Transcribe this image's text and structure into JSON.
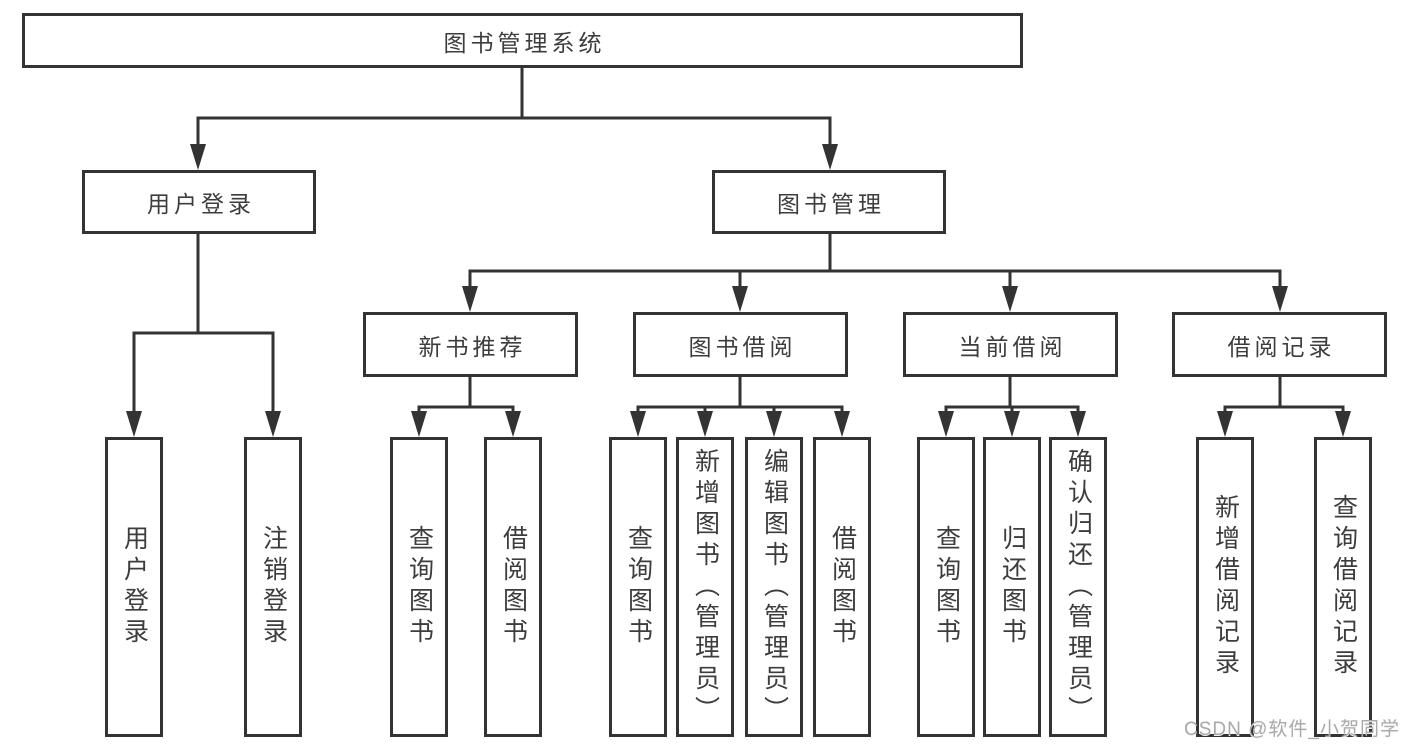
{
  "diagram": {
    "root": {
      "label": "图书管理系统"
    },
    "user_login": {
      "label": "用户登录",
      "children": [
        {
          "label": "用户登录"
        },
        {
          "label": "注销登录"
        }
      ]
    },
    "book_management": {
      "label": "图书管理",
      "children": [
        {
          "label": "新书推荐",
          "children": [
            {
              "label": "查询图书"
            },
            {
              "label": "借阅图书"
            }
          ]
        },
        {
          "label": "图书借阅",
          "children": [
            {
              "label": "查询图书"
            },
            {
              "label": "新增图书（管理员）"
            },
            {
              "label": "编辑图书（管理员）"
            },
            {
              "label": "借阅图书"
            }
          ]
        },
        {
          "label": "当前借阅",
          "children": [
            {
              "label": "查询图书"
            },
            {
              "label": "归还图书"
            },
            {
              "label": "确认归还（管理员）"
            }
          ]
        },
        {
          "label": "借阅记录",
          "children": [
            {
              "label": "新增借阅记录"
            },
            {
              "label": "查询借阅记录"
            }
          ]
        }
      ]
    }
  },
  "watermark": {
    "text": "CSDN @软件_小贺同学"
  },
  "colors": {
    "line": "#333333",
    "box_border": "#333333",
    "box_text": "#3d3d3d",
    "watermark": "#aaaaaa",
    "background": "#ffffff"
  }
}
